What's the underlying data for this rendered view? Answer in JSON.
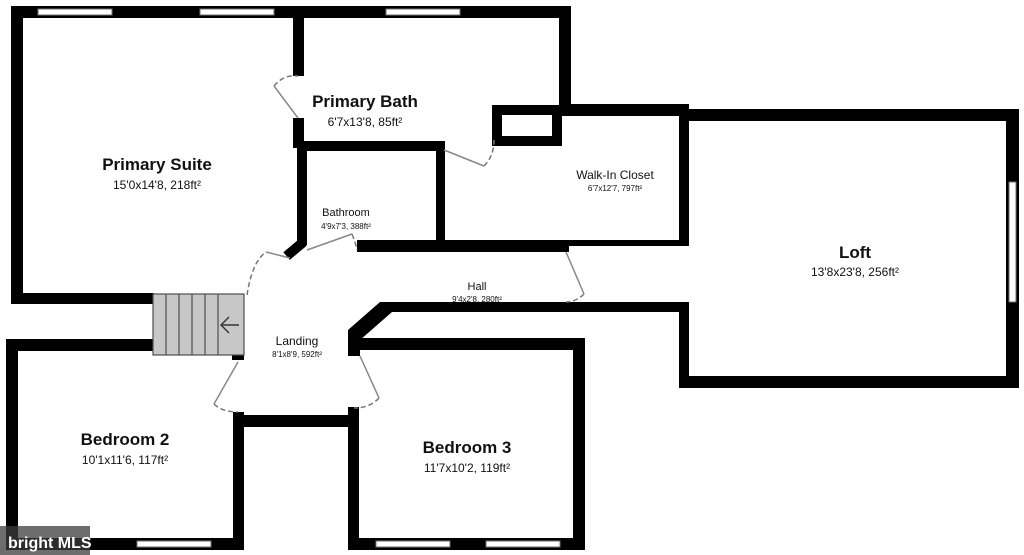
{
  "rooms": {
    "primary_suite": {
      "name": "Primary Suite",
      "size": "15'0x14'8, 218ft²"
    },
    "primary_bath": {
      "name": "Primary Bath",
      "size": "6'7x13'8, 85ft²"
    },
    "bathroom": {
      "name": "Bathroom",
      "size": "4'9x7'3, 388ft²"
    },
    "walk_in_closet": {
      "name": "Walk-In Closet",
      "size": "6'7x12'7, 797ft²"
    },
    "loft": {
      "name": "Loft",
      "size": "13'8x23'8, 256ft²"
    },
    "hall": {
      "name": "Hall",
      "size": "9'4x2'8, 280ft²"
    },
    "landing": {
      "name": "Landing",
      "size": "8'1x8'9, 592ft²"
    },
    "bedroom_2": {
      "name": "Bedroom 2",
      "size": "10'1x11'6, 117ft²"
    },
    "bedroom_3": {
      "name": "Bedroom 3",
      "size": "11'7x10'2, 119ft²"
    }
  },
  "stairs": {
    "direction_icon": "arrow-left-icon"
  },
  "watermark": {
    "text": "bright MLS"
  },
  "colors": {
    "wall": "#000000",
    "stairs": "#c7c7c7",
    "background": "#ffffff"
  }
}
